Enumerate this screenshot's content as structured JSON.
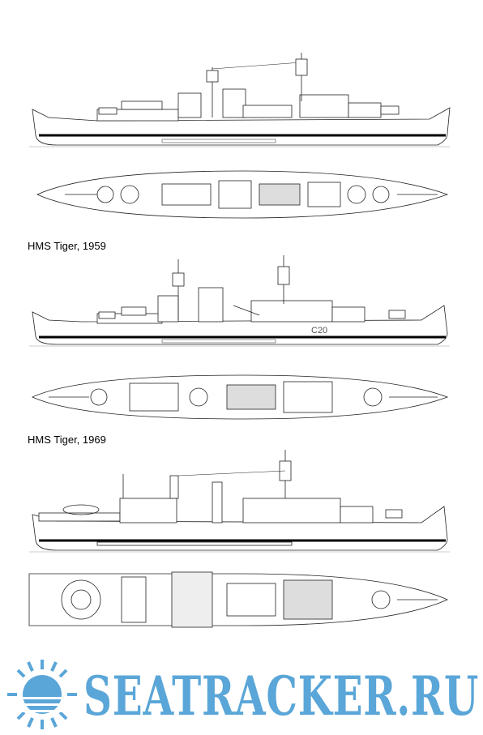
{
  "captions": {
    "tiger_1959": "HMS Tiger, 1959",
    "tiger_1969": "HMS Tiger, 1969"
  },
  "pennant_number": "C20",
  "logo": {
    "text": "SEATRACKER.RU",
    "icon": "sun-icon",
    "color": "#5aa6d8"
  }
}
